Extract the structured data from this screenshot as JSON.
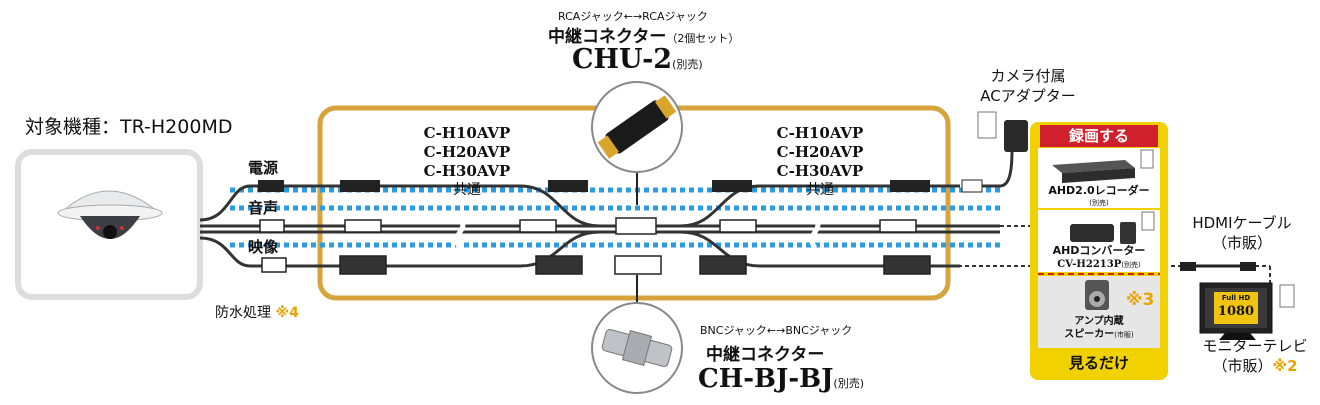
{
  "target_model": "対象機種：TR-H200MD",
  "top_connector": {
    "subtitle": "RCAジャック←→RCAジャック",
    "name": "中継コネクター",
    "note": "（2個セット）",
    "model": "CHU-2",
    "model_note": "(別売)"
  },
  "bottom_connector": {
    "subtitle": "BNCジャック←→BNCジャック",
    "name": "中継コネクター",
    "model": "CH-BJ-BJ",
    "model_note": "(別売)"
  },
  "cable_labels": {
    "power": "電源",
    "audio": "音声",
    "video": "映像"
  },
  "waterproof": {
    "label": "防水処理",
    "note": "※4"
  },
  "cable_left": {
    "line1": "C-H10AVP",
    "line2": "C-H20AVP",
    "line3": "C-H30AVP",
    "common": "共通"
  },
  "cable_right": {
    "line1": "C-H10AVP",
    "line2": "C-H20AVP",
    "line3": "C-H30AVP",
    "common": "共通"
  },
  "adapter": {
    "line1": "カメラ付属",
    "line2": "ACアダプター"
  },
  "panel": {
    "record_header": "録画する",
    "recorder_name": "AHD2.0レコーダー",
    "recorder_note": "(別売)",
    "converter_name": "AHDコンバーター",
    "converter_model": "CV-H2213P",
    "converter_note": "(別売)",
    "speaker_line1": "アンプ内蔵",
    "speaker_line2": "スピーカー",
    "speaker_note": "(市販)",
    "speaker_mark": "※3",
    "view_footer": "見るだけ"
  },
  "hdmi": {
    "line1": "HDMIケーブル",
    "line2": "（市販）"
  },
  "monitor": {
    "badge1": "Full HD",
    "badge2": "1080",
    "line1": "モニターテレビ",
    "line2": "（市販）",
    "mark": "※2"
  },
  "colors": {
    "frame": "#d6a33c",
    "accent": "#e8a400",
    "header_red": "#d0202c",
    "dots": "#2c9be0"
  }
}
